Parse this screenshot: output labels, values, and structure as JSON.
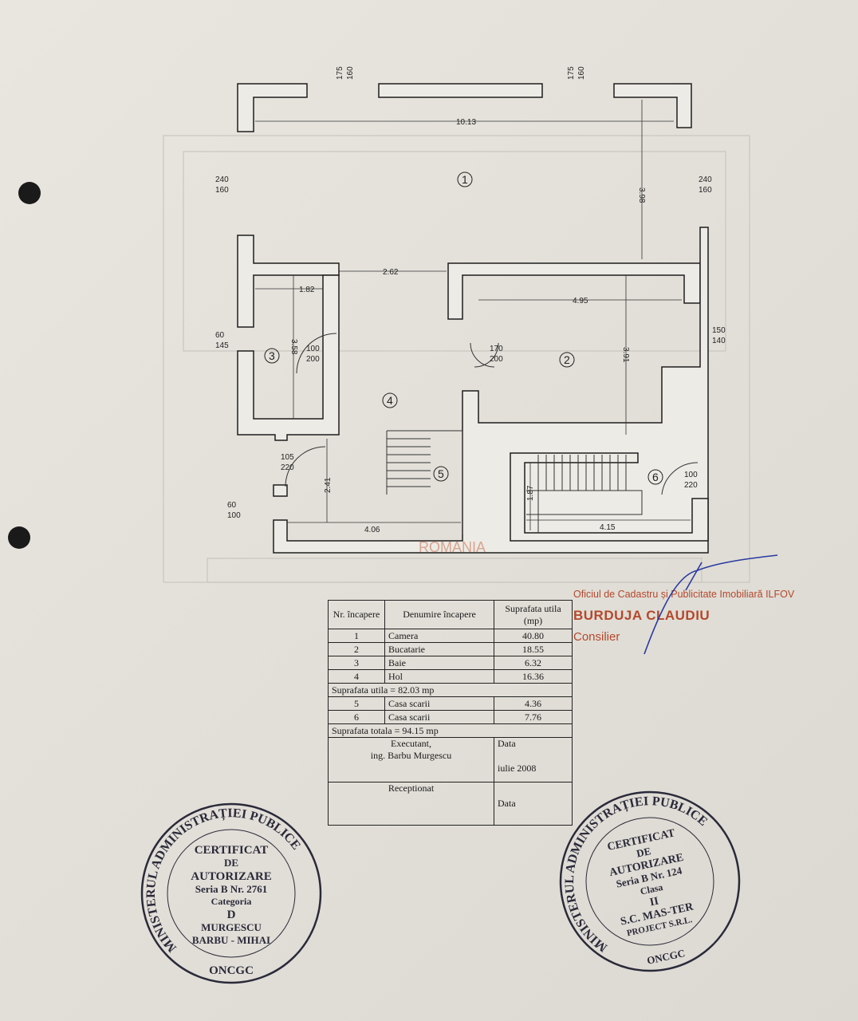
{
  "plan": {
    "dimensions": [
      "10.13",
      "3.98",
      "2.62",
      "1.82",
      "3.58",
      "4.95",
      "3.91",
      "2.41",
      "4.06",
      "1.87",
      "4.15"
    ],
    "openings": [
      {
        "w": "175",
        "h": "160"
      },
      {
        "w": "175",
        "h": "160"
      },
      {
        "w": "240",
        "h": "160"
      },
      {
        "w": "240",
        "h": "160"
      },
      {
        "w": "60",
        "h": "145"
      },
      {
        "w": "150",
        "h": "140"
      },
      {
        "w": "100",
        "h": "200"
      },
      {
        "w": "170",
        "h": "200"
      },
      {
        "w": "105",
        "h": "220"
      },
      {
        "w": "60",
        "h": "100"
      },
      {
        "w": "100",
        "h": "220"
      }
    ],
    "room_numbers": [
      "1",
      "2",
      "3",
      "4",
      "5",
      "6"
    ],
    "watermark": "ROMANIA"
  },
  "table": {
    "headers": {
      "nr": "Nr. încapere",
      "name": "Denumire încapere",
      "area": "Suprafata utila (mp)"
    },
    "rows": [
      {
        "nr": "1",
        "name": "Camera",
        "area": "40.80"
      },
      {
        "nr": "2",
        "name": "Bucatarie",
        "area": "18.55"
      },
      {
        "nr": "3",
        "name": "Baie",
        "area": "6.32"
      },
      {
        "nr": "4",
        "name": "Hol",
        "area": "16.36"
      }
    ],
    "subtotal": "Suprafata utila = 82.03 mp",
    "rows2": [
      {
        "nr": "5",
        "name": "Casa scarii",
        "area": "4.36"
      },
      {
        "nr": "6",
        "name": "Casa scarii",
        "area": "7.76"
      }
    ],
    "total": "Suprafata totala = 94.15 mp",
    "executant": "Executant,",
    "engineer": "ing. Barbu Murgescu",
    "data_label": "Data",
    "date": "iulie 2008",
    "receptionat": "Receptionat",
    "data_label2": "Data"
  },
  "ocpi_stamp": {
    "office": "Oficiul de Cadastru și Publicitate Imobiliară ILFOV",
    "name": "BURDUJA CLAUDIU",
    "role": "Consilier",
    "color": "#b4482c"
  },
  "stamp_left": {
    "ring": "MINISTERUL ADMINISTRAȚIEI PUBLICE",
    "l1": "CERTIFICAT",
    "l2": "DE",
    "l3": "AUTORIZARE",
    "l4": "Seria B Nr. 2761",
    "l5": "Categoria",
    "l6": "D",
    "l7": "MURGESCU",
    "l8": "BARBU - MIHAI",
    "bottom": "ONCGC"
  },
  "stamp_right": {
    "ring": "MINISTERUL ADMINISTRAȚIEI PUBLICE",
    "l1": "CERTIFICAT",
    "l2": "DE",
    "l3": "AUTORIZARE",
    "l4": "Seria B Nr. 124",
    "l5": "Clasa",
    "l6": "II",
    "l7": "S.C. MAS-TER",
    "l8": "PROJECT S.R.L.",
    "bottom": "ONCGC"
  }
}
